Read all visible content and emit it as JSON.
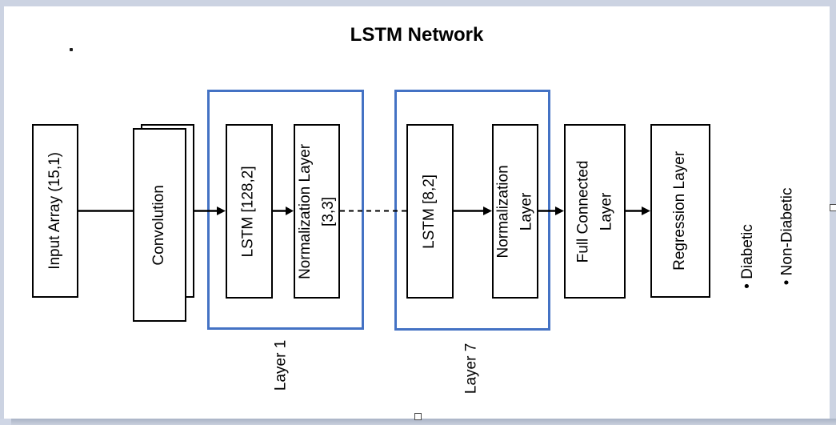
{
  "title": "LSTM Network",
  "nodes": {
    "input": "Input Array (15,1)",
    "convolution": "Convolution",
    "lstm1": "LSTM [128,2]",
    "norm1": "Normalization Layer\n[3,3]",
    "lstm7": "LSTM [8,2]",
    "norm7": "Normalization\nLayer",
    "full_connected": "Full Connected\nLayer",
    "regression": "Regression Layer"
  },
  "labels": {
    "layer1": "Layer 1",
    "layer7": "Layer 7"
  },
  "outputs": {
    "bullet_char": "•",
    "items": [
      "Diabetic",
      "Non-Diabetic"
    ]
  },
  "colors": {
    "group_border": "#4472C4",
    "node_border": "#000000",
    "canvas_background": "#CCD3E2"
  }
}
